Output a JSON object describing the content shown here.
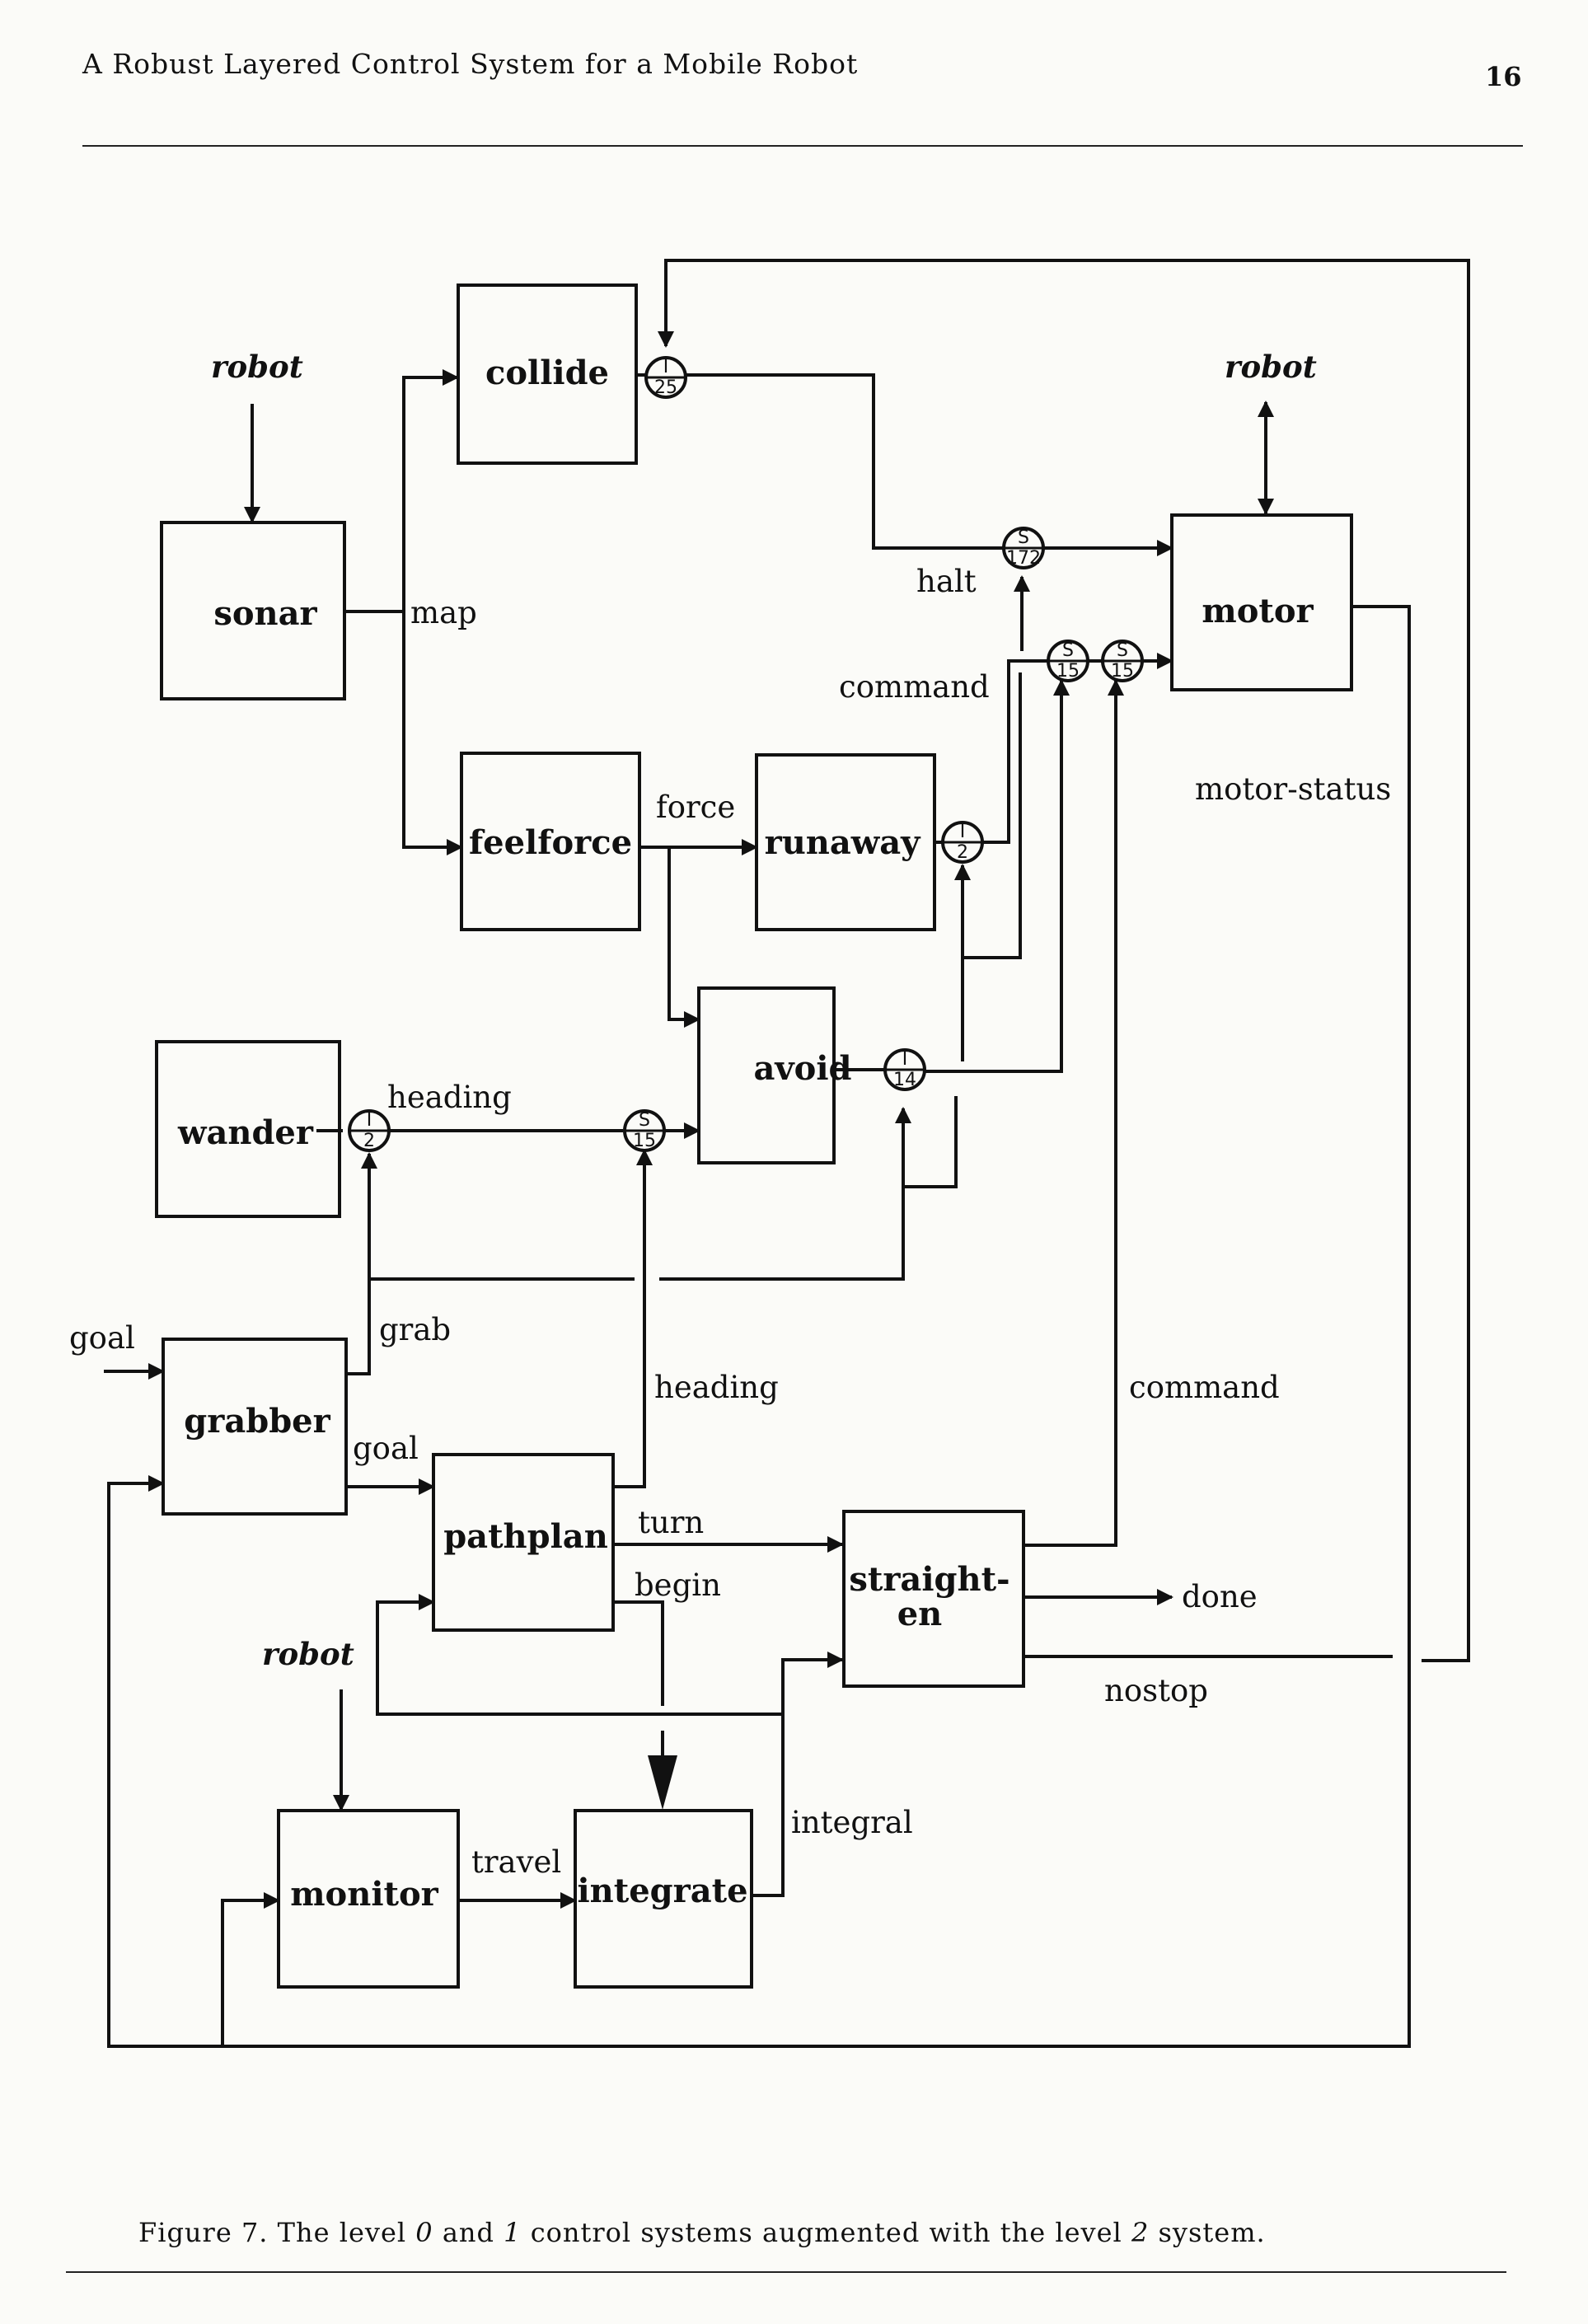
{
  "header": {
    "title": "A Robust Layered Control System for a Mobile Robot",
    "page_number": "16"
  },
  "diagram": {
    "modules": {
      "collide": "collide",
      "sonar": "sonar",
      "motor": "motor",
      "feelforce": "feelforce",
      "runaway": "runaway",
      "avoid": "avoid",
      "wander": "wander",
      "grabber": "grabber",
      "pathplan": "pathplan",
      "straighten_1": "straight-",
      "straighten_2": "en",
      "monitor": "monitor",
      "integrate": "integrate"
    },
    "labels": {
      "robot_sonar": "robot",
      "robot_motor": "robot",
      "robot_monitor": "robot",
      "map": "map",
      "halt": "halt",
      "command_top": "command",
      "motor_status": "motor-status",
      "force": "force",
      "heading_wander": "heading",
      "goal_in": "goal",
      "grab": "grab",
      "heading_pathplan": "heading",
      "command_straighten": "command",
      "goal_pathplan": "goal",
      "turn": "turn",
      "begin": "begin",
      "done": "done",
      "nostop": "nostop",
      "integral": "integral",
      "travel": "travel"
    },
    "nodes": {
      "collide_inhibit": {
        "top": "I",
        "bottom": "25"
      },
      "halt_suppress": {
        "top": "S",
        "bottom": "172"
      },
      "motor_suppress_a": {
        "top": "S",
        "bottom": "15"
      },
      "motor_suppress_b": {
        "top": "S",
        "bottom": "15"
      },
      "runaway_inhibit": {
        "top": "I",
        "bottom": "2"
      },
      "avoid_inhibit": {
        "top": "I",
        "bottom": "14"
      },
      "wander_inhibit": {
        "top": "I",
        "bottom": "2"
      },
      "avoid_suppress": {
        "top": "S",
        "bottom": "15"
      }
    }
  },
  "caption": {
    "prefix": "Figure 7. The level",
    "level_a": "0",
    "middle": "and",
    "level_b": "1",
    "text_1": "control systems augmented with the level",
    "level_c": "2",
    "suffix": "system."
  }
}
